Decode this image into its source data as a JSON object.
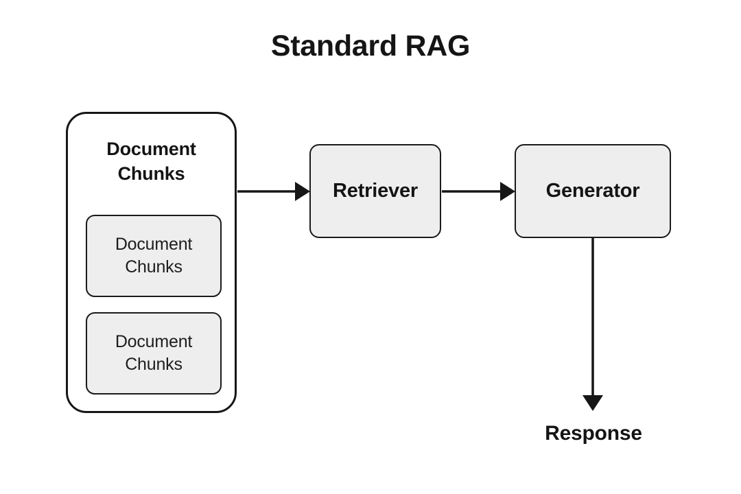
{
  "diagram": {
    "title": "Standard RAG",
    "background_color": "#ffffff",
    "stroke_color": "#161616",
    "box_fill_color": "#eeeeee",
    "container_fill_color": "#ffffff",
    "text_color": "#141414"
  },
  "document_container": {
    "title_line1": "Document",
    "title_line2": "Chunks",
    "chunks": [
      {
        "line1": "Document",
        "line2": "Chunks"
      },
      {
        "line1": "Document",
        "line2": "Chunks"
      }
    ]
  },
  "stages": {
    "retriever": {
      "label": "Retriever"
    },
    "generator": {
      "label": "Generator"
    }
  },
  "output": {
    "label": "Response"
  },
  "connectors": [
    {
      "name": "chunks-to-retriever",
      "from": "document_container",
      "to": "retriever",
      "direction": "right",
      "arrowhead": "filled-triangle"
    },
    {
      "name": "retriever-to-generator",
      "from": "retriever",
      "to": "generator",
      "direction": "right",
      "arrowhead": "filled-triangle"
    },
    {
      "name": "generator-to-response",
      "from": "generator",
      "to": "response",
      "direction": "down",
      "arrowhead": "filled-triangle"
    }
  ]
}
